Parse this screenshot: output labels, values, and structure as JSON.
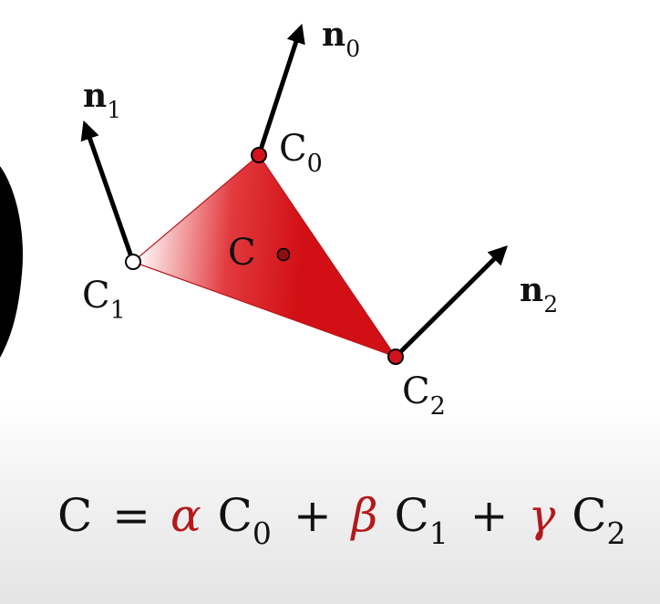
{
  "diagram": {
    "vertices": {
      "c0": {
        "letter": "C",
        "sub": "0"
      },
      "c1": {
        "letter": "C",
        "sub": "1"
      },
      "c2": {
        "letter": "C",
        "sub": "2"
      },
      "center": {
        "letter": "C"
      }
    },
    "normals": {
      "n0": {
        "letter": "n",
        "sub": "0"
      },
      "n1": {
        "letter": "n",
        "sub": "1"
      },
      "n2": {
        "letter": "n",
        "sub": "2"
      }
    },
    "colors": {
      "triangle_dark": "#d10f14",
      "triangle_light": "#ffffff",
      "vertex_fill": "#d1141b",
      "arrow": "#000000",
      "greek": "#b3191c"
    }
  },
  "equation": {
    "lhs": "C",
    "equals": "=",
    "alpha": "α",
    "beta": "β",
    "gamma": "γ",
    "plus": "+",
    "term_letter": "C",
    "sub0": "0",
    "sub1": "1",
    "sub2": "2"
  }
}
